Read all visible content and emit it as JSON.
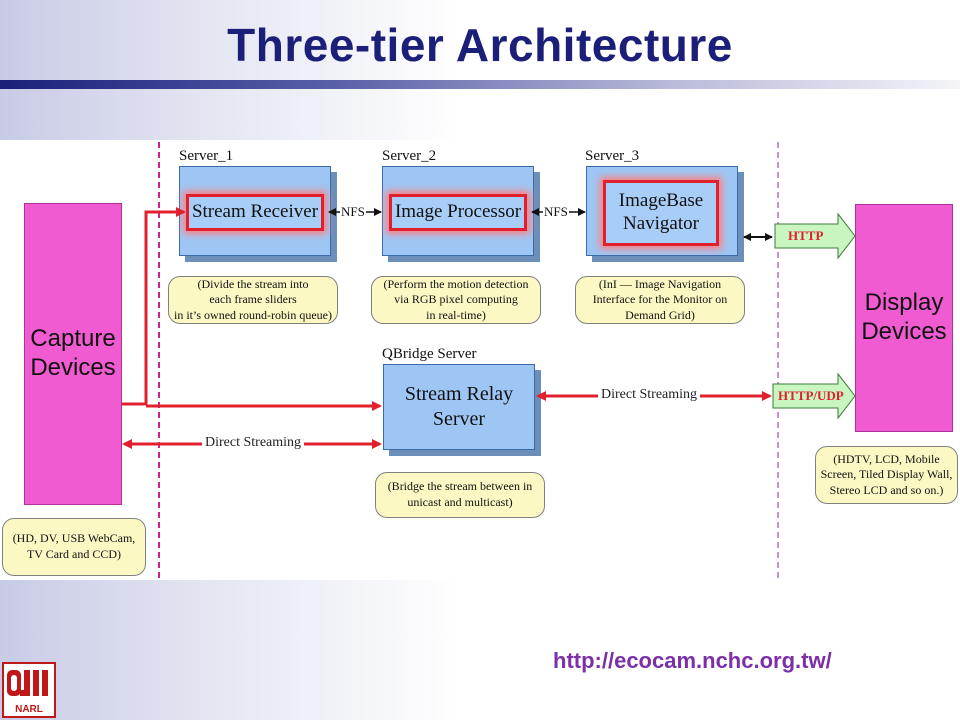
{
  "title": "Three-tier Architecture",
  "devices": {
    "capture": "Capture\nDevices",
    "display": "Display\nDevices"
  },
  "servers": [
    {
      "label": "Server_1",
      "name": "Stream Receiver",
      "note": "(Divide the stream into\neach frame sliders\nin it’s owned round-robin queue)"
    },
    {
      "label": "Server_2",
      "name": "Image Processor",
      "note": "(Perform the motion detection\nvia RGB pixel computing\nin real-time)"
    },
    {
      "label": "Server_3",
      "name": "ImageBase\nNavigator",
      "note": "(InI — Image Navigation\nInterface for the Monitor on\nDemand Grid)"
    }
  ],
  "relay": {
    "label": "QBridge Server",
    "name": "Stream Relay\nServer",
    "note": "(Bridge the stream between in\nunicast and multicast)"
  },
  "links": {
    "nfs_1": "NFS",
    "nfs_2": "NFS",
    "http": "HTTP",
    "http_udp": "HTTP/UDP",
    "direct_streaming_right": "Direct Streaming",
    "direct_streaming_left": "Direct Streaming"
  },
  "notes": {
    "capture": "(HD, DV, USB WebCam,\nTV Card and CCD)",
    "display": "(HDTV, LCD, Mobile\nScreen, Tiled Display Wall,\nStereo LCD and so on.)"
  },
  "url": "http://ecocam.nchc.org.tw/",
  "logo": {
    "glyph": "OJI",
    "text": "NARL"
  },
  "colors": {
    "title": "#1b1f7a",
    "device": "#f05bd1",
    "server": "#9ec6f4",
    "highlight": "#e0202c",
    "note": "#fbf8c4",
    "proto_arrow": "#c8f5c0",
    "url": "#7b2fa8"
  }
}
